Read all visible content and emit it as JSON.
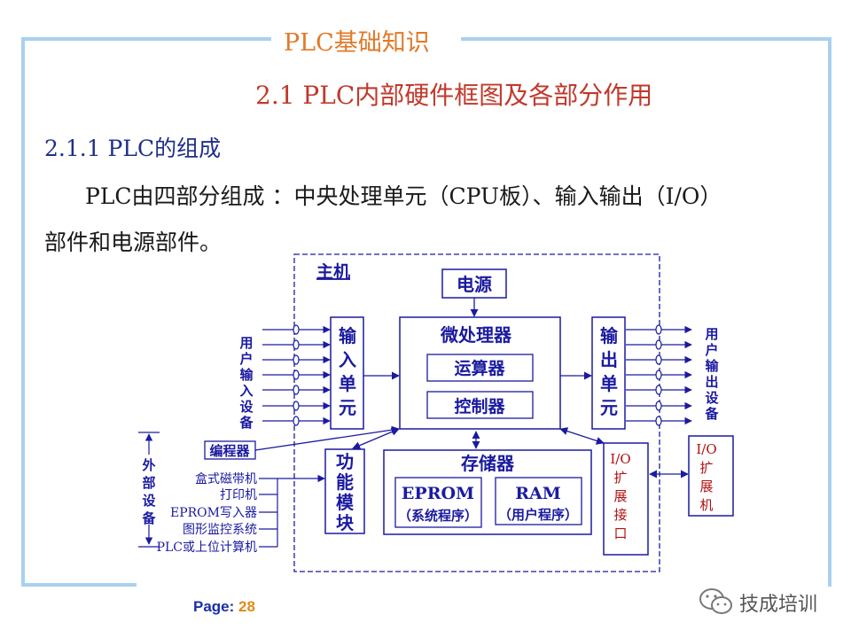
{
  "slide": {
    "title": "PLC基础知识",
    "section_title": "2.1 PLC内部硬件框图及各部分作用",
    "subsection_title": "2.1.1  PLC的组成",
    "body_line1": "PLC由四部分组成 ：中央处理单元（CPU板）、输入输出（I/O）",
    "body_line2": "部件和电源部件。"
  },
  "diagram": {
    "host_label": "主机",
    "power": "电源",
    "cpu": "微处理器",
    "alu": "运算器",
    "controller": "控制器",
    "input_unit": "输入单元",
    "output_unit": "输出单元",
    "memory": "存储器",
    "eprom": "EPROM",
    "eprom_note": "（系统程序）",
    "ram": "RAM",
    "ram_note": "（用户程序）",
    "function_module": "功能模块",
    "io_port": [
      "I/O",
      "扩",
      "展",
      "接",
      "口"
    ],
    "io_expander": [
      "I/O",
      "扩",
      "展",
      "机"
    ],
    "user_input_devices": "用户输入设备",
    "user_output_devices": "用户输出设备",
    "programmer": "编程器",
    "external_devices": "外部设备",
    "peripherals": [
      "盒式磁带机",
      "打印机",
      "EPROM写入器",
      "图形监控系统",
      "PLC或上位计算机"
    ]
  },
  "footer": {
    "page_label": "Page: ",
    "page_number": "28",
    "brand": "技成培训"
  }
}
